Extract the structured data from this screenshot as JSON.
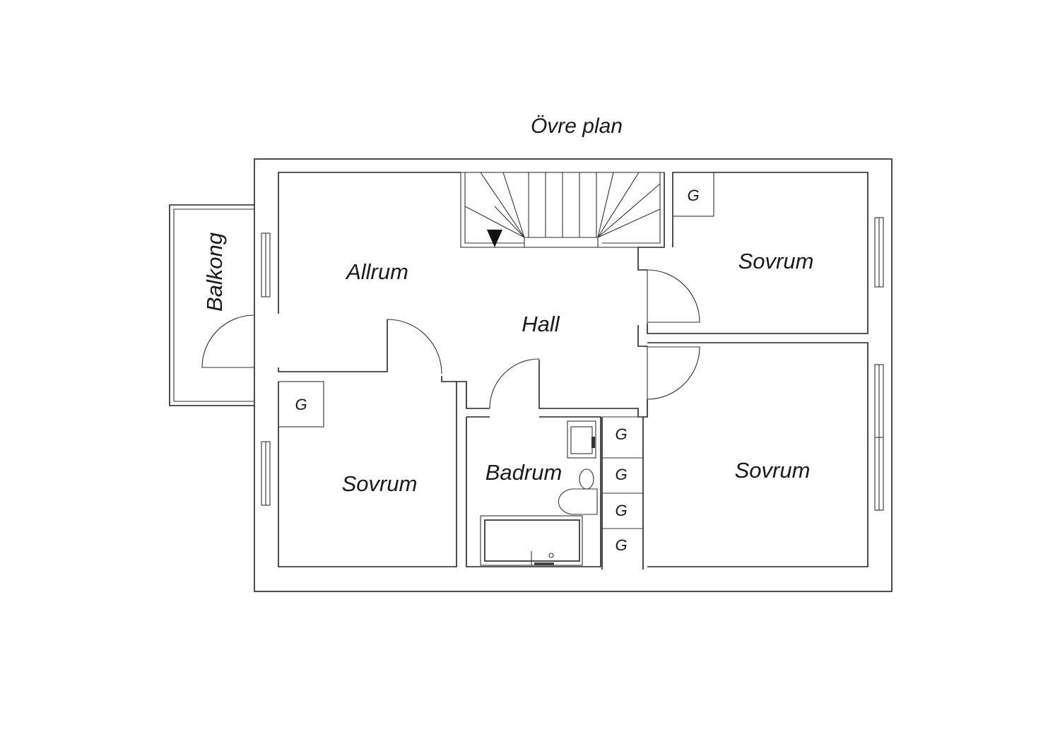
{
  "title": "Övre plan",
  "rooms": {
    "allrum": "Allrum",
    "hall": "Hall",
    "balkong": "Balkong",
    "sovrum_ne": "Sovrum",
    "sovrum_se": "Sovrum",
    "sovrum_sw": "Sovrum",
    "badrum": "Badrum"
  },
  "closets": {
    "ne": "G",
    "sw": "G",
    "row1": "G",
    "row2": "G",
    "row3": "G",
    "row4": "G"
  },
  "icons": [
    "stair-direction-arrow-icon"
  ]
}
